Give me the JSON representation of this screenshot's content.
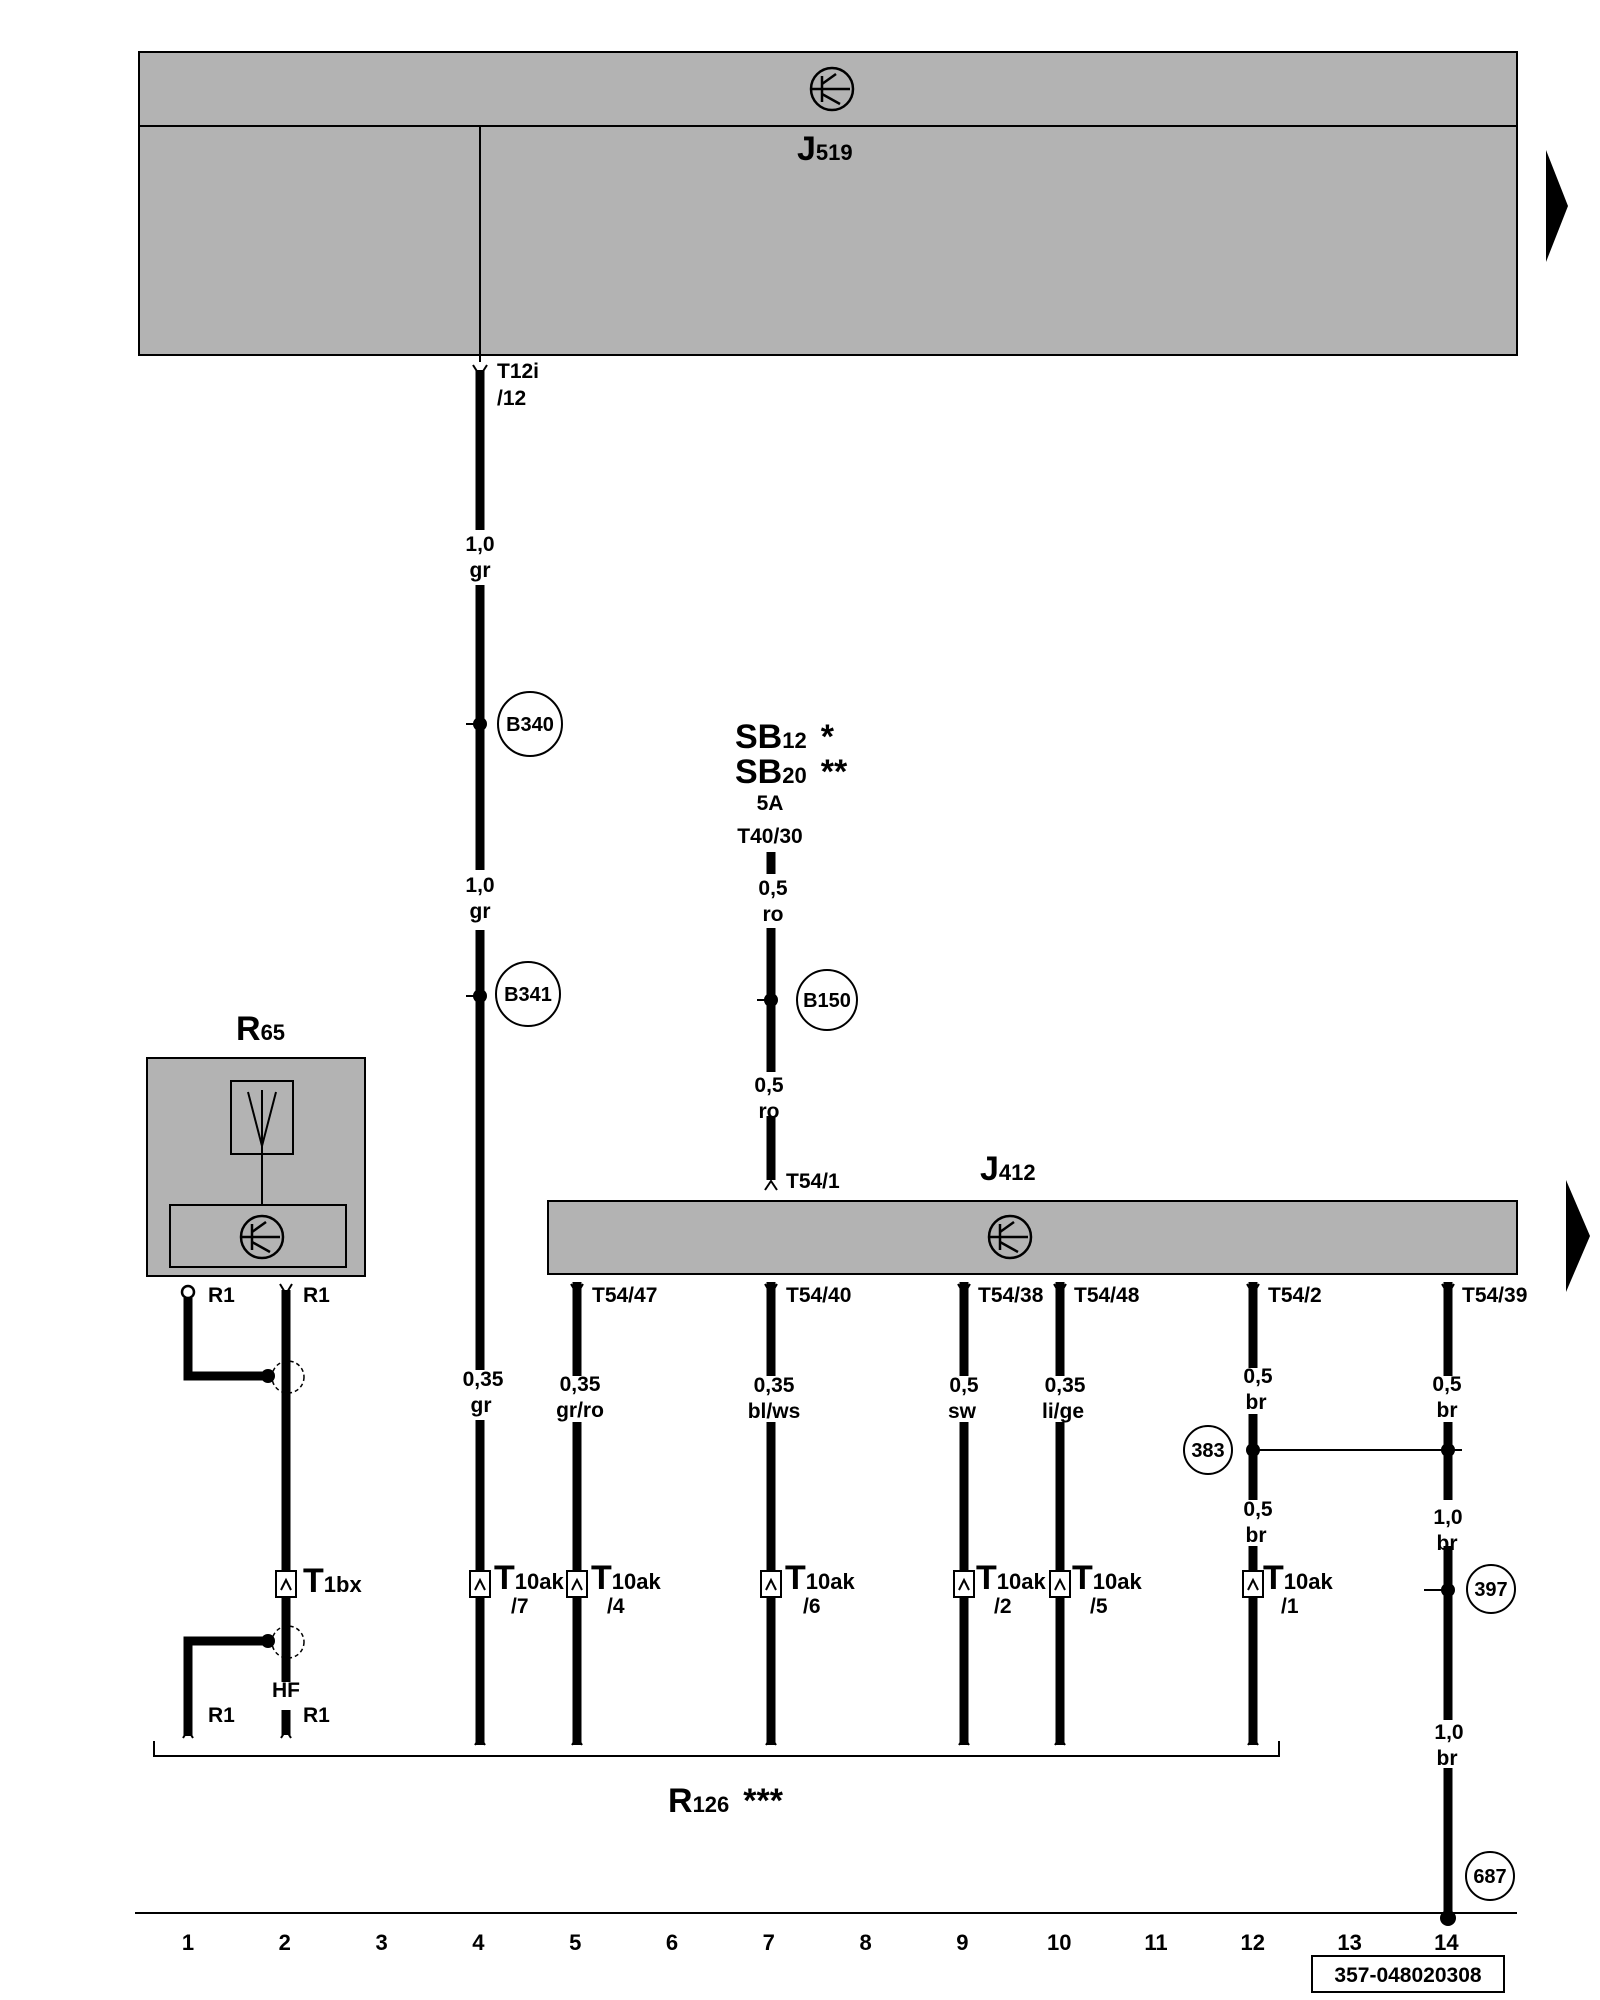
{
  "components": {
    "j519": {
      "label": "J",
      "sub": "519"
    },
    "j412": {
      "label": "J",
      "sub": "412"
    },
    "r65": {
      "label": "R",
      "sub": "65"
    },
    "r126": {
      "label": "R",
      "sub": "126",
      "suffix": "***"
    },
    "fuse": {
      "line1": {
        "label": "SB",
        "sub": "12",
        "suffix": "*"
      },
      "line2": {
        "label": "SB",
        "sub": "20",
        "suffix": "**"
      },
      "rating": "5A"
    }
  },
  "pins": {
    "t12i": "T12i",
    "t12i_num": "/12",
    "t40_30": "T40/30",
    "t54_1": "T54/1",
    "t54_47": "T54/47",
    "t54_40": "T54/40",
    "t54_38": "T54/38",
    "t54_48": "T54/48",
    "t54_2": "T54/2",
    "t54_39": "T54/39",
    "r1_left": "R1",
    "r1_right": "R1",
    "r1_bottom_left": "R1",
    "r1_bottom_right": "R1",
    "hf": "HF"
  },
  "connectors": {
    "t1bx": {
      "label": "T",
      "sub": "1bx"
    },
    "col4": {
      "label": "T",
      "sub": "10ak",
      "pin": "/7"
    },
    "col5": {
      "label": "T",
      "sub": "10ak",
      "pin": "/4"
    },
    "col7": {
      "label": "T",
      "sub": "10ak",
      "pin": "/6"
    },
    "col9": {
      "label": "T",
      "sub": "10ak",
      "pin": "/2"
    },
    "col10": {
      "label": "T",
      "sub": "10ak",
      "pin": "/5"
    },
    "col12": {
      "label": "T",
      "sub": "10ak",
      "pin": "/1"
    }
  },
  "wires": {
    "w4a": {
      "size": "1,0",
      "color": "gr"
    },
    "w4b": {
      "size": "1,0",
      "color": "gr"
    },
    "w4c": {
      "size": "0,35",
      "color": "gr"
    },
    "w7a": {
      "size": "0,5",
      "color": "ro"
    },
    "w7b": {
      "size": "0,5",
      "color": "ro"
    },
    "w5": {
      "size": "0,35",
      "color": "gr/ro"
    },
    "w7c": {
      "size": "0,35",
      "color": "bl/ws"
    },
    "w9": {
      "size": "0,5",
      "color": "sw"
    },
    "w10": {
      "size": "0,35",
      "color": "li/ge"
    },
    "w12a": {
      "size": "0,5",
      "color": "br"
    },
    "w12b": {
      "size": "0,5",
      "color": "br"
    },
    "w14a": {
      "size": "0,5",
      "color": "br"
    },
    "w14b": {
      "size": "1,0",
      "color": "br"
    },
    "w14c": {
      "size": "1,0",
      "color": "br"
    }
  },
  "refs": {
    "b340": "B340",
    "b341": "B341",
    "b150": "B150",
    "r383": "383",
    "r397": "397",
    "r687": "687"
  },
  "columns": [
    "1",
    "2",
    "3",
    "4",
    "5",
    "6",
    "7",
    "8",
    "9",
    "10",
    "11",
    "12",
    "13",
    "14"
  ],
  "doc_code": "357-048020308",
  "colors": {
    "module_fill": "#b3b3b3",
    "line": "#000000",
    "background": "#ffffff"
  }
}
